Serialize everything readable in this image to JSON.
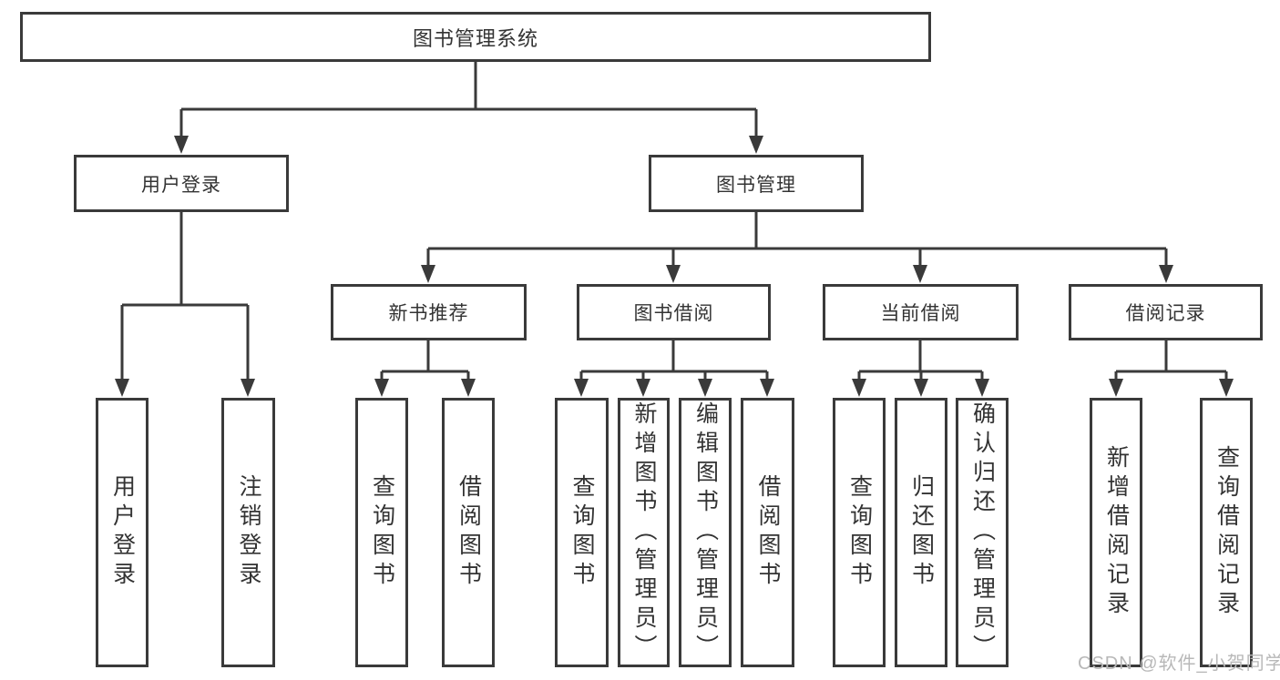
{
  "diagram": {
    "root": {
      "label": "图书管理系统"
    },
    "branches": [
      {
        "label": "用户登录"
      },
      {
        "label": "图书管理"
      }
    ],
    "modules": [
      {
        "label": "新书推荐"
      },
      {
        "label": "图书借阅"
      },
      {
        "label": "当前借阅"
      },
      {
        "label": "借阅记录"
      }
    ],
    "leaves": [
      {
        "label": "用户登录"
      },
      {
        "label": "注销登录"
      },
      {
        "label": "查询图书"
      },
      {
        "label": "借阅图书"
      },
      {
        "label": "查询图书"
      },
      {
        "label": "新增图书（管理员）"
      },
      {
        "label": "编辑图书（管理员）"
      },
      {
        "label": "借阅图书"
      },
      {
        "label": "查询图书"
      },
      {
        "label": "归还图书"
      },
      {
        "label": "确认归还（管理员）"
      },
      {
        "label": "新增借阅记录"
      },
      {
        "label": "查询借阅记录"
      }
    ]
  },
  "watermark": {
    "text": "CSDN @软件_小贺同学"
  },
  "colors": {
    "line": "#3a3a3a",
    "text": "#333333",
    "bg": "#ffffff",
    "box_fill": "#ffffff",
    "watermark": "#b8b8b8"
  }
}
